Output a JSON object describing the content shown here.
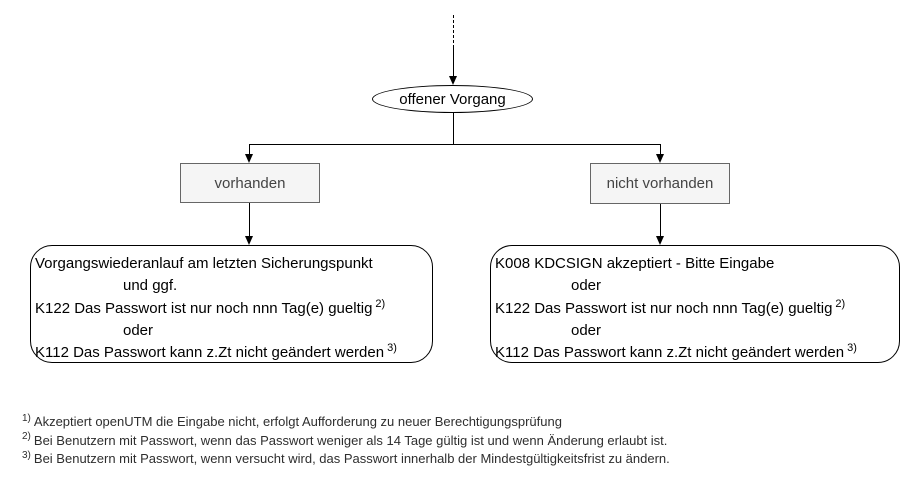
{
  "diagram": {
    "entry": {
      "label": "offener Vorgang"
    },
    "decisions": {
      "left": {
        "label": "vorhanden"
      },
      "right": {
        "label": "nicht vorhanden"
      }
    },
    "results": {
      "left": {
        "lines": [
          {
            "text": "Vorgangswiederanlauf am letzten Sicherungspunkt"
          },
          {
            "text": "und ggf."
          },
          {
            "text": "K122 Das Passwort ist nur noch nnn Tag(e) gueltig",
            "sup": "2)"
          },
          {
            "text": "oder"
          },
          {
            "text": "K112 Das Passwort kann z.Zt nicht geändert werden",
            "sup": "3)"
          }
        ]
      },
      "right": {
        "lines": [
          {
            "text": "K008 KDCSIGN akzeptiert - Bitte Eingabe"
          },
          {
            "text": "oder"
          },
          {
            "text": "K122 Das Passwort ist nur noch nnn Tag(e) gueltig",
            "sup": "2)"
          },
          {
            "text": "oder"
          },
          {
            "text": "K112 Das Passwort kann z.Zt nicht geändert werden",
            "sup": "3)"
          }
        ]
      }
    },
    "footnotes": [
      {
        "marker": "1)",
        "text": "Akzeptiert openUTM die Eingabe nicht, erfolgt Aufforderung zu neuer Berechtigungsprüfung"
      },
      {
        "marker": "2)",
        "text": "Bei Benutzern mit Passwort, wenn das Passwort weniger als 14 Tage gültig ist und wenn Änderung erlaubt ist."
      },
      {
        "marker": "3)",
        "text": "Bei Benutzern mit Passwort, wenn versucht wird, das Passwort innerhalb der Mindestgültigkeitsfrist zu ändern."
      }
    ],
    "colors": {
      "line": "#000000",
      "decision_fill": "#f5f5f5",
      "decision_border": "#666666",
      "decision_text": "#444444",
      "node_text": "#000000",
      "footnote_text": "#2e2e2e",
      "background": "#ffffff"
    }
  }
}
